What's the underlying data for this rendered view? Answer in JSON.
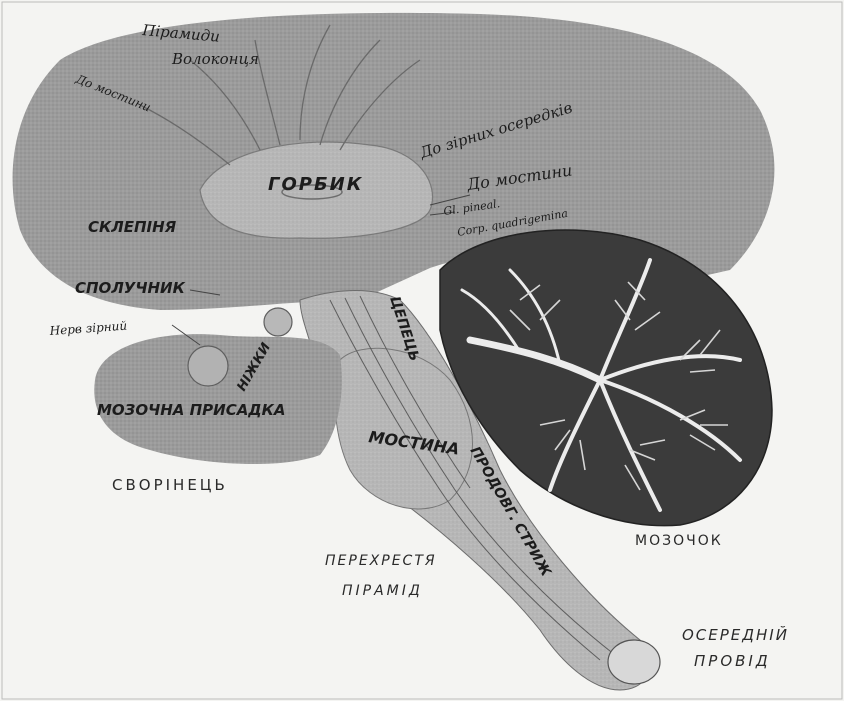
{
  "labels": {
    "pyramids": "Пірамиди",
    "fibers": "Волоконця",
    "to_bridge_small": "До мостини",
    "to_optic_nodes": "До зірних осередків",
    "to_bridge": "До мостини",
    "thalamus": "ГОРБИК",
    "pineal": "Gl. pineal.",
    "quadrigemina": "Corp. quadrigemina",
    "fornix": "СКЛЕПІНЯ",
    "commissure": "СПОЛУЧНИК",
    "optic_nerve": "Нерв зірний",
    "legs": "НІЖКИ",
    "pituitary": "МОЗОЧНА ПРИСАДКА",
    "chain": "ЦЕПЕЦЬ",
    "pons": "МОСТИНА",
    "medulla": "ПРОДОВГ. СТРИЖ",
    "convolution": "СВОРІНЕЦЬ",
    "cerebellum": "МОЗОЧОК",
    "pyramid_cross_1": "ПЕРЕХРЕСТЯ",
    "pyramid_cross_2": "ПІРАМІД",
    "central_canal_1": "ОСЕРЕДНІЙ",
    "central_canal_2": "ПРОВІД"
  },
  "colors": {
    "tissue_dark": "#8a8a8a",
    "tissue_mid": "#a9a9a9",
    "tissue_light": "#c4c4c4",
    "cerebellum_dark": "#3a3a3a",
    "cerebellum_white": "#e8e8e8",
    "paper": "#f4f4f2",
    "ink": "#1c1c1c"
  }
}
